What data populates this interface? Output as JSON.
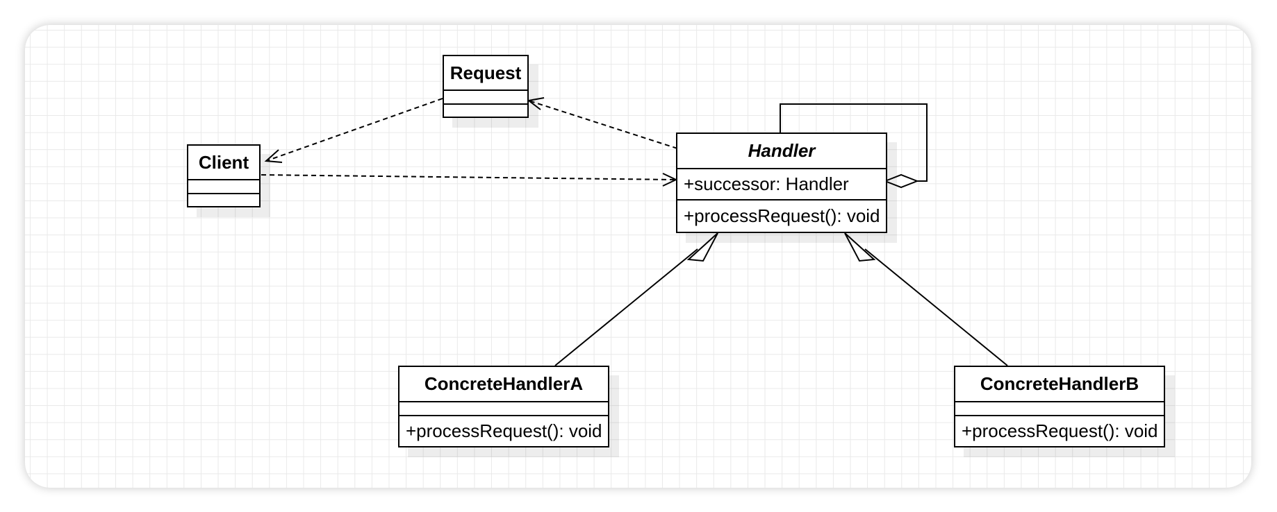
{
  "diagram": {
    "classes": {
      "request": {
        "name": "Request",
        "attributes": "",
        "operations": ""
      },
      "client": {
        "name": "Client",
        "attributes": "",
        "operations": ""
      },
      "handler": {
        "name": "Handler",
        "abstract": true,
        "attributes": "+successor: Handler",
        "operations": "+processRequest(): void"
      },
      "concrete_a": {
        "name": "ConcreteHandlerA",
        "attributes": "",
        "operations": "+processRequest(): void"
      },
      "concrete_b": {
        "name": "ConcreteHandlerB",
        "attributes": "",
        "operations": "+processRequest(): void"
      }
    },
    "relations": [
      {
        "type": "dependency",
        "from": "request",
        "to": "client"
      },
      {
        "type": "dependency",
        "from": "handler",
        "to": "request"
      },
      {
        "type": "dependency",
        "from": "client",
        "to": "handler"
      },
      {
        "type": "aggregation",
        "from": "handler",
        "to": "handler"
      },
      {
        "type": "generalization",
        "from": "concrete_a",
        "to": "handler"
      },
      {
        "type": "generalization",
        "from": "concrete_b",
        "to": "handler"
      }
    ]
  },
  "colors": {
    "line": "#000000",
    "grid": "#e9e9e9",
    "box_fill": "#ffffff"
  }
}
